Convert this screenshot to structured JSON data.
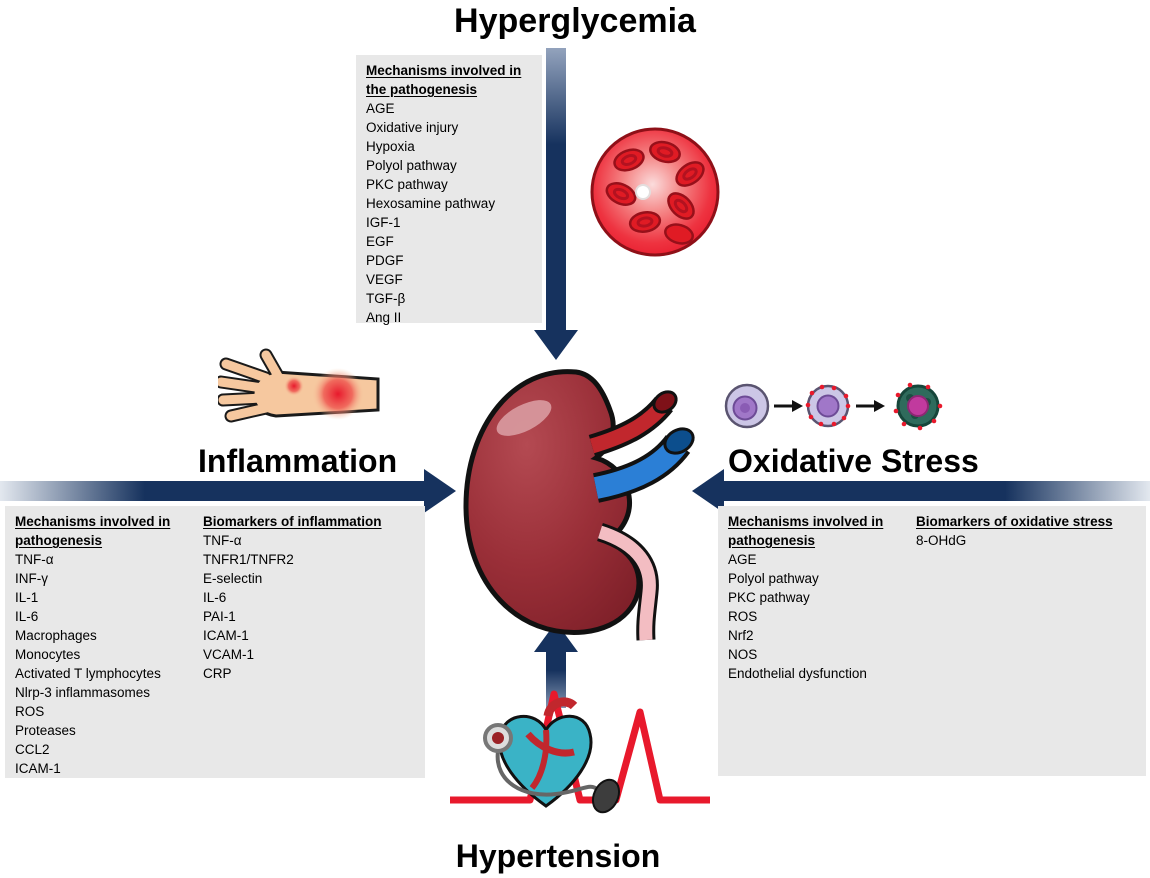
{
  "titles": {
    "top": "Hyperglycemia",
    "left": "Inflammation",
    "right": "Oxidative Stress",
    "bottom": "Hypertension"
  },
  "hyperglycemia_box": {
    "heading": "Mechanisms involved in the pathogenesis",
    "items": [
      "AGE",
      "Oxidative injury",
      "Hypoxia",
      "Polyol pathway",
      "PKC pathway",
      "Hexosamine pathway",
      "IGF-1",
      "EGF",
      "PDGF",
      "VEGF",
      "TGF-β",
      "Ang II"
    ]
  },
  "inflammation_box": {
    "mechanisms": {
      "heading": "Mechanisms involved in pathogenesis",
      "items": [
        "TNF-α",
        "INF-γ",
        "IL-1",
        "IL-6",
        "Macrophages",
        "Monocytes",
        "Activated T lymphocytes",
        "Nlrp-3 inflammasomes",
        "ROS",
        "Proteases",
        "CCL2",
        "ICAM-1"
      ]
    },
    "biomarkers": {
      "heading": "Biomarkers of inflammation",
      "items": [
        "TNF-α",
        "TNFR1/TNFR2",
        "E-selectin",
        "IL-6",
        "PAI-1",
        "ICAM-1",
        "VCAM-1",
        "CRP"
      ]
    }
  },
  "oxidative_stress_box": {
    "mechanisms": {
      "heading": "Mechanisms involved in pathogenesis",
      "items": [
        "AGE",
        "Polyol pathway",
        "PKC pathway",
        "ROS",
        "Nrf2",
        "NOS",
        "Endothelial dysfunction"
      ]
    },
    "biomarkers": {
      "heading": "Biomarkers of oxidative stress",
      "items": [
        "8-OHdG"
      ]
    }
  },
  "colors": {
    "arrow": "#16325e",
    "box_background": "#e8e8e8",
    "kidney_body": "#9a2f38",
    "renal_vein": "#2b7fd6",
    "renal_artery": "#c1272d",
    "ureter": "#f3bdc2",
    "ecg_line": "#e8192c"
  },
  "illustrations": {
    "top": "red-blood-cells",
    "left": "inflamed-arm",
    "right": "cell-oxidation-stages",
    "bottom": "heart-blood-pressure",
    "center": "kidney"
  }
}
